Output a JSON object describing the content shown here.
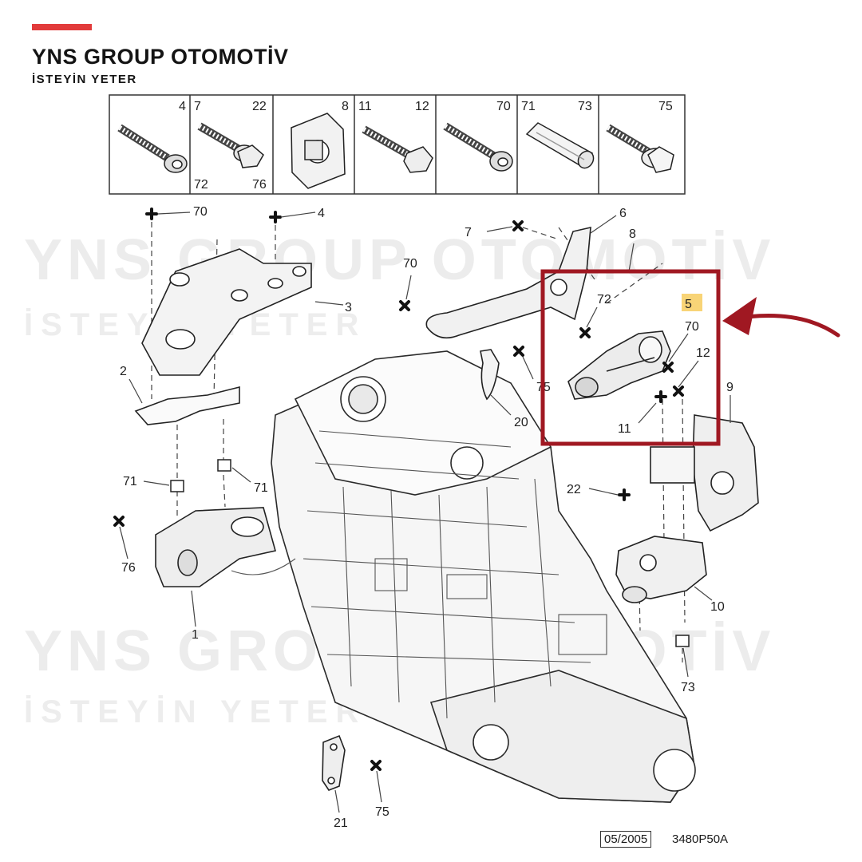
{
  "brand": {
    "title": "YNS GROUP OTOMOTİV",
    "subtitle": "İSTEYİN YETER",
    "accent_color": "#e23b3b",
    "highlight_color": "#a01822"
  },
  "watermark": {
    "text": "YNS GROUP OTOMOTİV",
    "sub": "İSTEYİN YETER"
  },
  "parts_table": {
    "cells": [
      {
        "top_left": "",
        "top_right": "4",
        "bottom_left": "",
        "bottom_right": "",
        "icon": "bolt-socket-icon"
      },
      {
        "top_left": "7",
        "top_right": "22",
        "bottom_left": "72",
        "bottom_right": "76",
        "icon": "bolt-hex-flange-icon"
      },
      {
        "top_left": "",
        "top_right": "8",
        "bottom_left": "",
        "bottom_right": "",
        "icon": "clip-nut-icon"
      },
      {
        "top_left": "11",
        "top_right": "12",
        "bottom_left": "",
        "bottom_right": "",
        "icon": "bolt-hex-pointed-icon"
      },
      {
        "top_left": "",
        "top_right": "70",
        "bottom_left": "",
        "bottom_right": "",
        "icon": "bolt-socket-long-icon"
      },
      {
        "top_left": "71",
        "top_right": "73",
        "bottom_left": "",
        "bottom_right": "",
        "icon": "pin-cylinder-icon"
      },
      {
        "top_left": "",
        "top_right": "75",
        "bottom_left": "",
        "bottom_right": "",
        "icon": "bolt-flange-icon"
      }
    ]
  },
  "callouts": {
    "c70a": "70",
    "c4": "4",
    "c7": "7",
    "c6": "6",
    "c8": "8",
    "c70b": "70",
    "c3": "3",
    "c72": "72",
    "c5": "5",
    "c70c": "70",
    "c12": "12",
    "c9": "9",
    "c2": "2",
    "c75a": "75",
    "c20": "20",
    "c11": "11",
    "c71a": "71",
    "c71b": "71",
    "c22": "22",
    "c76": "76",
    "c1": "1",
    "c10": "10",
    "c73": "73",
    "c21": "21",
    "c75b": "75"
  },
  "footer": {
    "date": "05/2005",
    "code": "3480P50A"
  }
}
